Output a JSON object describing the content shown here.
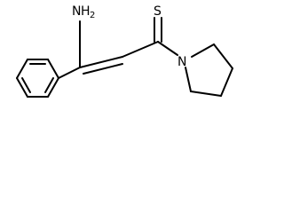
{
  "molecule": {
    "atoms": {
      "amine_n": "N",
      "amine_h": "H",
      "amine_h_count": "2",
      "thione_s": "S",
      "pyrrolidine_n": "N"
    }
  }
}
